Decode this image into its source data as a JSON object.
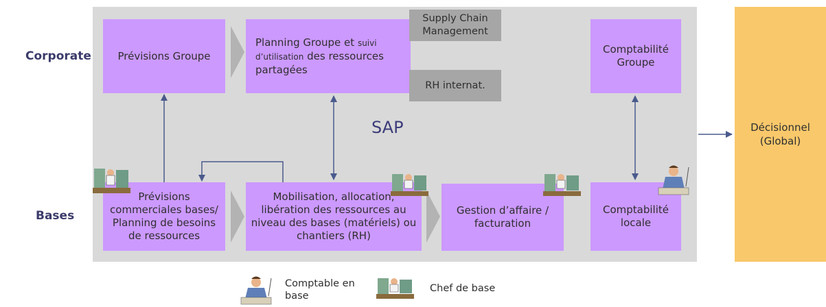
{
  "labels": {
    "corporate": "Corporate",
    "bases": "Bases",
    "sap": "SAP"
  },
  "boxes": {
    "previsions_groupe": "Prévisions Groupe",
    "planning_groupe_a": "Planning Groupe et ",
    "planning_groupe_b": "suivi d’utilisation",
    "planning_groupe_c": " des ressources partagées",
    "supply_chain": "Supply Chain Management",
    "rh_internat": "RH internat.",
    "comptabilite_groupe": "Comptabilité Groupe",
    "previsions_commerciales": "Prévisions commerciales bases/ Planning de besoins de ressources",
    "mobilisation": "Mobilisation, allocation, libération des ressources au niveau des bases (matériels) ou chantiers (RH)",
    "gestion_affaire": "Gestion d’affaire / facturation",
    "comptabilite_locale": "Comptabilité locale",
    "decisionnel": "Décisionnel (Global)"
  },
  "legend": {
    "comptable": "Comptable en base",
    "chef": "Chef de base"
  },
  "colors": {
    "panel": "#d9d9d9",
    "box": "#cc99ff",
    "gray_box": "#a6a6a6",
    "decision": "#f9c86b",
    "arrow": "#4a5a8c"
  },
  "icons": {
    "accountant": "accountant-clipart-icon",
    "base_manager": "base-manager-clipart-icon"
  }
}
